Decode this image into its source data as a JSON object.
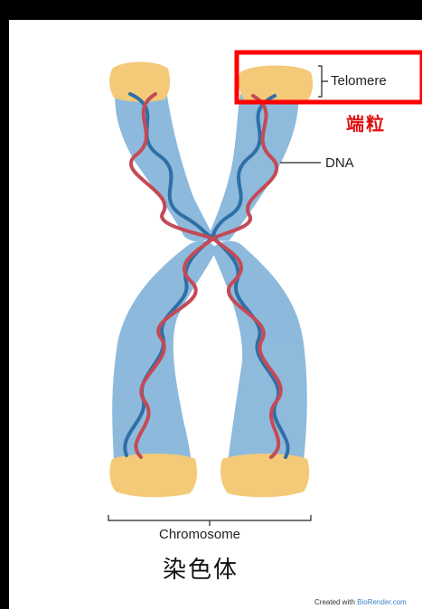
{
  "labels": {
    "telomere": "Telomere",
    "telomere_cn": "端粒",
    "dna": "DNA",
    "chromosome": "Chromosome",
    "chromosome_cn": "染色体"
  },
  "credit": {
    "prefix": "Created with ",
    "brand": "BioRender.com"
  },
  "colors": {
    "chromatid": "#7aaed6",
    "telomere_cap": "#f4c978",
    "dna_blue": "#2f6fa6",
    "dna_red": "#c44a55",
    "highlight_box": "#ff0000"
  }
}
